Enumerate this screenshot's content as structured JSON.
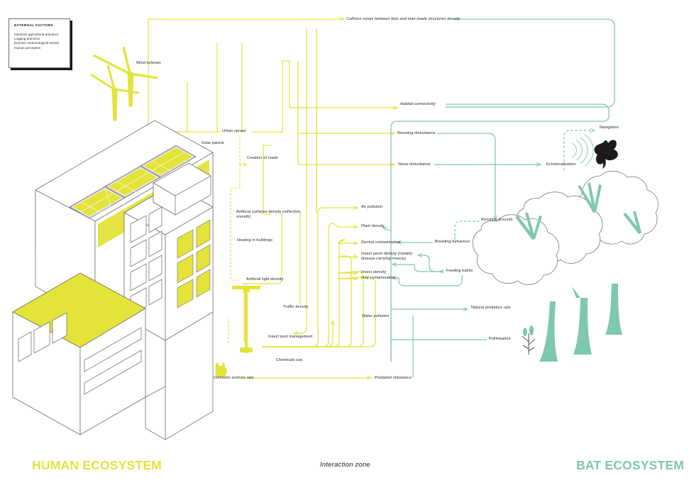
{
  "meta": {
    "title": "Human ecosystem / Bat ecosystem interaction diagram",
    "colors": {
      "yellow": "#e3e33a",
      "teal": "#7ec8ad",
      "outline": "#6e6e6e",
      "text": "#1b1b1b",
      "background": "#ffffff"
    }
  },
  "external_factors": {
    "heading": "EXTERNAL FACTORS",
    "items": [
      "Intensive agricultural practices",
      "Logging practices",
      "Extreme meteorological events",
      "Human perception"
    ]
  },
  "footer": {
    "human": "HUMAN ECOSYSTEM",
    "interaction": "Interaction zone",
    "bat": "BAT ECOSYSTEM"
  },
  "human_side": {
    "illustration_labels": [
      {
        "id": "wind-turbines",
        "label": "Wind turbines"
      },
      {
        "id": "solar-panels",
        "label": "Solar panels"
      },
      {
        "id": "domestic-animals-rate",
        "label": "Domestic animals rate"
      }
    ],
    "nodes": [
      {
        "id": "urban-sprawl",
        "label": "Urban sprawl"
      },
      {
        "id": "creation-of-roads",
        "label": "Creation of roads"
      },
      {
        "id": "artificial-surfaces-density",
        "label": "Artificial surfaces density (reflective, smooth)"
      },
      {
        "id": "heating-in-buildings",
        "label": "Heating in buildings"
      },
      {
        "id": "artificial-light-density",
        "label": "Artificial light density"
      },
      {
        "id": "traffic-density",
        "label": "Traffic density"
      },
      {
        "id": "insect-pest-management",
        "label": "Insect pest management"
      },
      {
        "id": "chemicals-use",
        "label": "Chemicals use"
      }
    ]
  },
  "interaction_zone": {
    "nodes": [
      {
        "id": "collision-zones",
        "label": "Collision zones between bats and man-made structures density",
        "style": "italic"
      },
      {
        "id": "habitat-connectivity",
        "label": "Habitat connectivity",
        "style": "italic"
      },
      {
        "id": "roosting-disturbance",
        "label": "Roosting disturbance",
        "style": "italic"
      },
      {
        "id": "noise-disturbance",
        "label": "Noise disturbance",
        "style": "italic"
      },
      {
        "id": "air-pollution",
        "label": "Air pollution",
        "style": "italic"
      },
      {
        "id": "plant-density",
        "label": "Plant density",
        "style": "italic"
      },
      {
        "id": "dermal-contamination",
        "label": "Dermal contamination",
        "style": "italic"
      },
      {
        "id": "insect-pests-density",
        "label": "Insect pests density (notably disease carrying insects)",
        "style": "italic"
      },
      {
        "id": "insect-density",
        "label": "Insect density",
        "style": "italic"
      },
      {
        "id": "oral-contamination",
        "label": "Oral contamination",
        "style": "italic"
      },
      {
        "id": "water-pollution",
        "label": "Water pollution",
        "style": "italic"
      },
      {
        "id": "predation-imbalance",
        "label": "Predation imbalance",
        "style": "italic"
      }
    ]
  },
  "bat_side": {
    "nodes": [
      {
        "id": "navigation",
        "label": "Navigation"
      },
      {
        "id": "echolocalisation",
        "label": "Echolocalisation"
      },
      {
        "id": "roosting-grounds",
        "label": "Roosting grounds"
      },
      {
        "id": "breeding-behaviour",
        "label": "Breeding behaviour"
      },
      {
        "id": "feeding-habits",
        "label": "Feeding habits"
      },
      {
        "id": "natural-predators-rate",
        "label": "Natural predators rate"
      },
      {
        "id": "pollinisation",
        "label": "Pollinisation"
      }
    ]
  }
}
